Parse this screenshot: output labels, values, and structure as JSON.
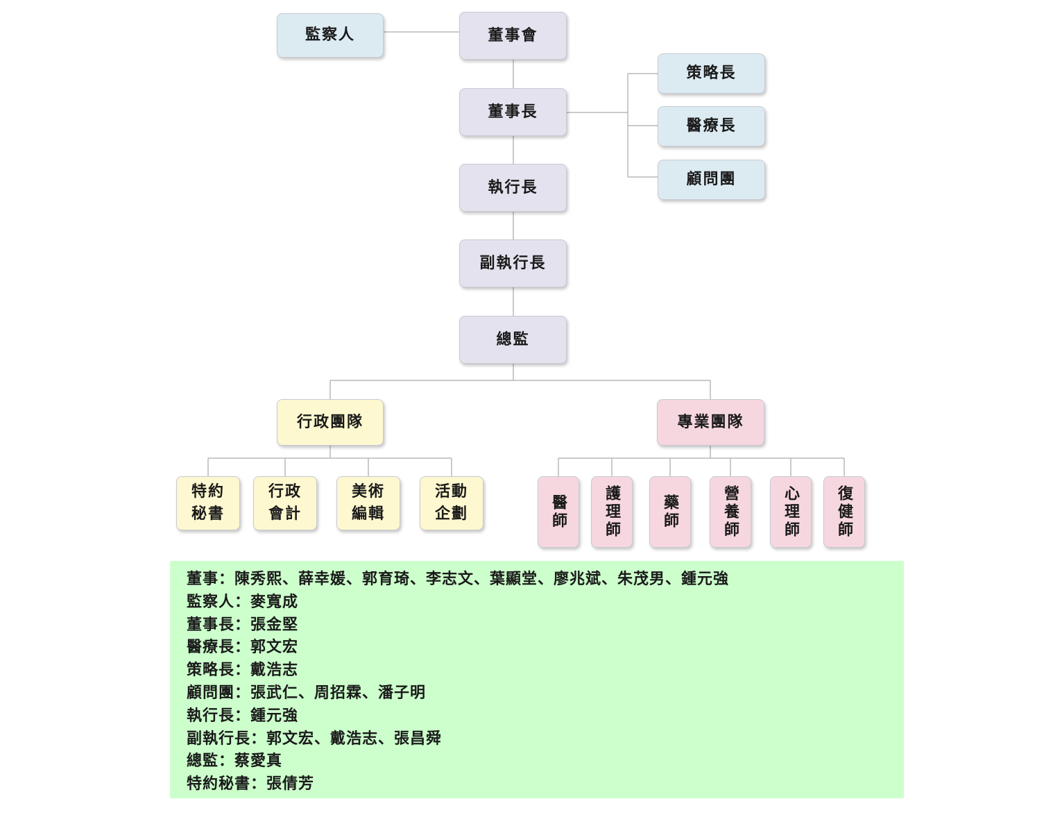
{
  "colors": {
    "governance": "#e4e2ee",
    "advisory": "#dcebf2",
    "admin_team": "#fdf8cf",
    "professional_team": "#f6d7e0",
    "connector": "#b8b8b8",
    "member_panel": "#ccffcc"
  },
  "org": {
    "supervisor": "監察人",
    "board": "董事會",
    "chairman": "董事長",
    "ceo": "執行長",
    "deputy_ceo": "副執行長",
    "director": "總監",
    "cso": "策略長",
    "cmo": "醫療長",
    "advisors": "顧問團",
    "admin_team": {
      "label": "行政團隊",
      "units": [
        "特約\n秘書",
        "行政\n會計",
        "美術\n編輯",
        "活動\n企劃"
      ]
    },
    "pro_team": {
      "label": "專業團隊",
      "units": [
        "醫師",
        "護理師",
        "藥師",
        "營養師",
        "心理師",
        "復健師"
      ]
    }
  },
  "members": [
    "董事：陳秀熙、薛幸媛、郭育琦、李志文、葉顯堂、廖兆斌、朱茂男、鍾元強",
    "監察人：麥寬成",
    "董事長：張金堅",
    "醫療長：郭文宏",
    "策略長：戴浩志",
    "顧問團：張武仁、周招霖、潘子明",
    "執行長：鍾元強",
    "副執行長：郭文宏、戴浩志、張昌舜",
    "總監：蔡愛真",
    "特約秘書：張倩芳"
  ]
}
